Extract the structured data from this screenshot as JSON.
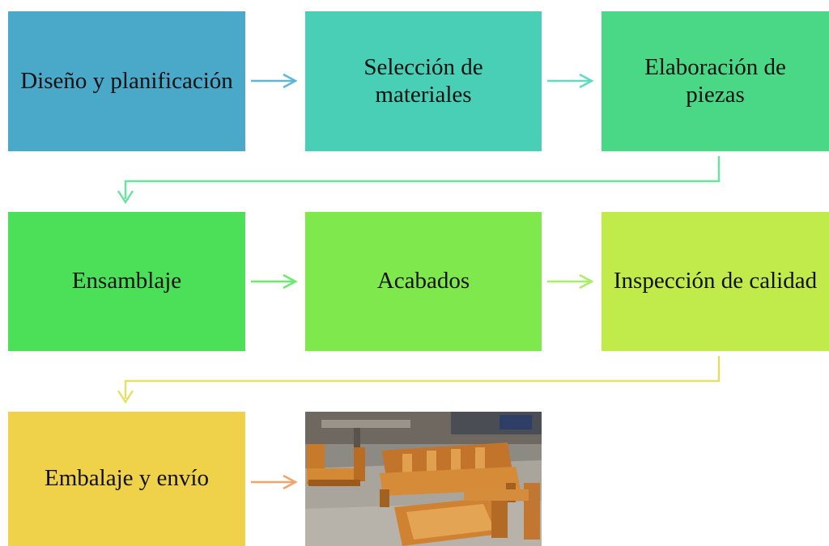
{
  "steps": [
    {
      "label": "Diseño y planificación",
      "color": "#4AA8C9"
    },
    {
      "label": "Selección de materiales",
      "color": "#48CFB5"
    },
    {
      "label": "Elaboración de piezas",
      "color": "#4AD887"
    },
    {
      "label": "Ensamblaje",
      "color": "#4BE058"
    },
    {
      "label": "Acabados",
      "color": "#7FE84C"
    },
    {
      "label": "Inspección de calidad",
      "color": "#C1EB4A"
    },
    {
      "label": "Embalaje y envío",
      "color": "#F0D14A"
    }
  ],
  "image": {
    "subject": "wooden-furniture-workshop-photo"
  },
  "arrow_colors": {
    "a1": "#5FB6D6",
    "a2": "#5DDCC0",
    "wrap1": "#6BE3A0",
    "a3": "#6BEA6F",
    "a4": "#A8EE68",
    "wrap2": "#E6E06A",
    "a5": "#F2A46B"
  }
}
